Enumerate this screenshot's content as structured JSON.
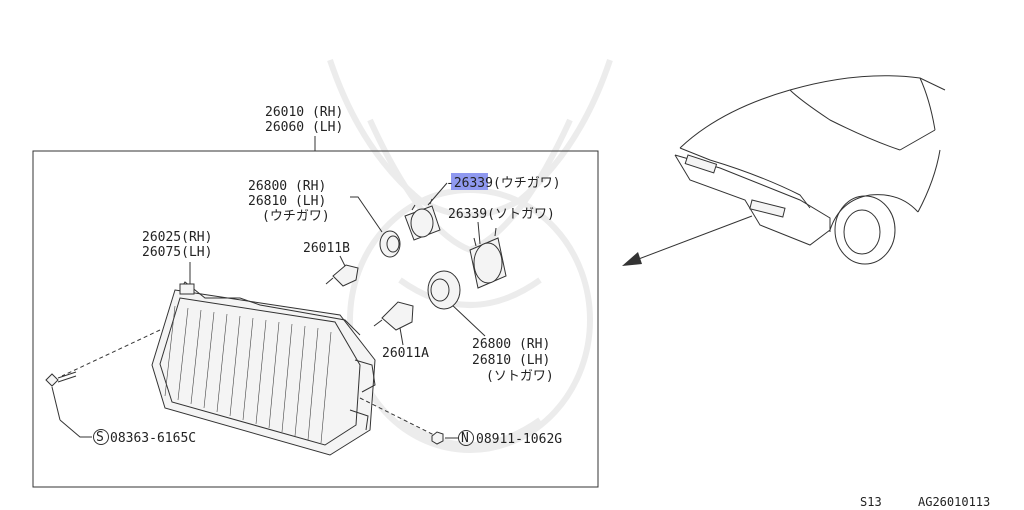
{
  "assembly": {
    "rh": "26010 (RH)",
    "lh": "26060 (LH)"
  },
  "parts": {
    "inner_cap": {
      "rh": "26800 (RH)",
      "lh": "26810 (LH)",
      "note": "(ウチガワ)"
    },
    "housing": {
      "rh": "26025(RH)",
      "lh": "26075(LH)"
    },
    "bulb_b": "26011B",
    "bulb_a": "26011A",
    "ring_inner": {
      "prefix": "-",
      "highlighted": "2633",
      "suffix": "9(ウチガワ)"
    },
    "ring_outer": "26339(ソトガワ)",
    "outer_cap": {
      "rh": "26800 (RH)",
      "lh": "26810 (LH)",
      "note": "(ソトガワ)"
    },
    "screw": {
      "symbol": "S",
      "number": "08363-6165C"
    },
    "nut": {
      "symbol": "N",
      "number": "08911-1062G"
    }
  },
  "footer": {
    "model": "S13",
    "diagram_code": "AG26010113"
  },
  "colors": {
    "highlight": "#8f99f0",
    "line": "#333333"
  }
}
